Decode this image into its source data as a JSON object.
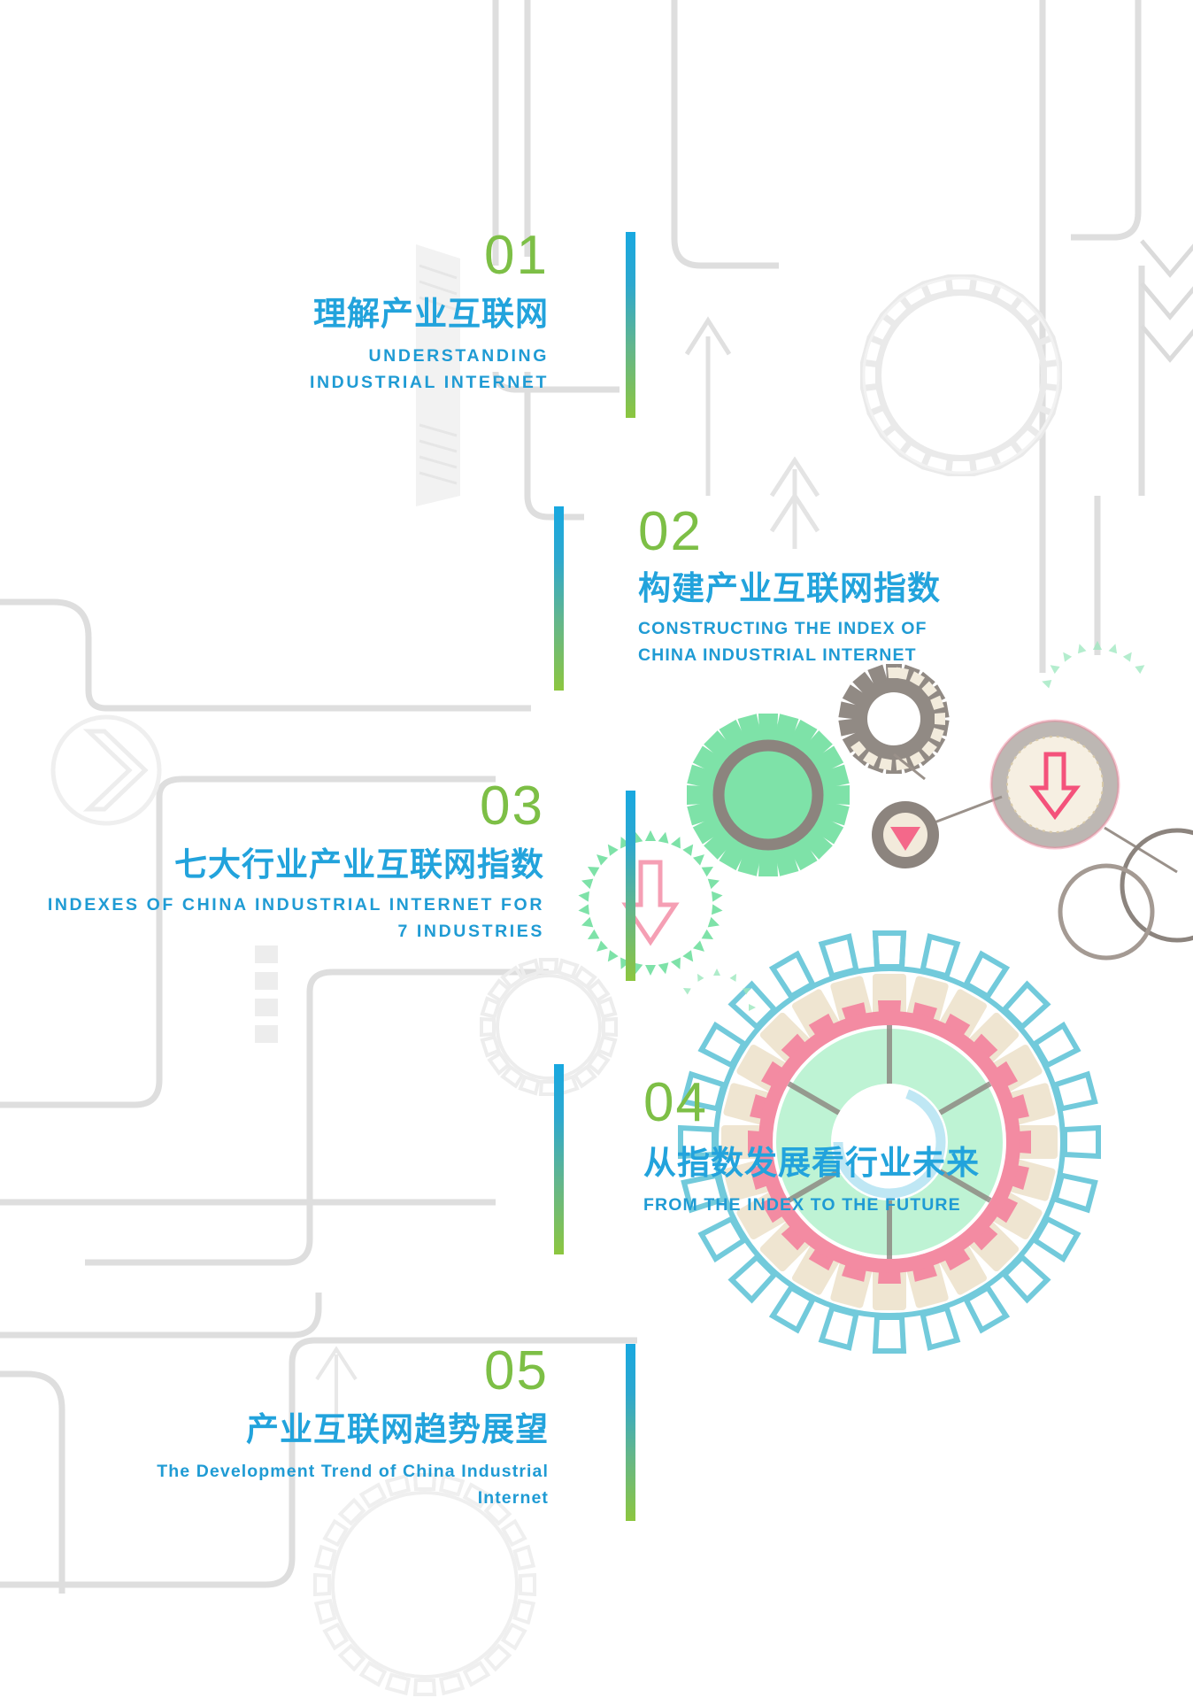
{
  "document": {
    "type": "table-of-contents",
    "page_background": "#ffffff"
  },
  "theme": {
    "number_color": "#7DBF46",
    "chinese_title_color": "#22A3DC",
    "english_subtitle_color": "#1F9BD4",
    "bar_gradient_top": "#18A8E0",
    "bar_gradient_bottom": "#8CC63F",
    "decor_gray": "#DCDCDC",
    "decor_green": "#79E0A6",
    "decor_pink": "#F4688A",
    "decor_beige": "#EFE6D3",
    "decor_cyan": "#63C5D8",
    "decor_taupe": "#8A8079"
  },
  "sections": [
    {
      "number": "01",
      "title_cn": "理解产业互联网",
      "subtitle_en_line1": "UNDERSTANDING",
      "subtitle_en_line2": "INDUSTRIAL INTERNET"
    },
    {
      "number": "02",
      "title_cn": "构建产业互联网指数",
      "subtitle_en_line1": "CONSTRUCTING THE INDEX OF",
      "subtitle_en_line2": "CHINA INDUSTRIAL INTERNET"
    },
    {
      "number": "03",
      "title_cn": "七大行业产业互联网指数",
      "subtitle_en_line1": "INDEXES OF CHINA INDUSTRIAL INTERNET FOR",
      "subtitle_en_line2": "7 INDUSTRIES"
    },
    {
      "number": "04",
      "title_cn": "从指数发展看行业未来",
      "subtitle_en_line1": "FROM THE INDEX TO THE FUTURE",
      "subtitle_en_line2": ""
    },
    {
      "number": "05",
      "title_cn": "产业互联网趋势展望",
      "subtitle_en_line1": "The Development Trend of China Industrial",
      "subtitle_en_line2": "Internet"
    }
  ],
  "decorations": {
    "gear_outline_top_right": "gear-icon",
    "gear_green_solid": "gear-icon",
    "gear_beige_partial": "gear-icon",
    "gear_large_multilayer": "gear-icon",
    "arrow_down_pink_circle": "arrow-down-icon",
    "arrow_down_pink_disc": "arrow-down-icon",
    "triangle_down_pink": "triangle-down-icon",
    "chevron_circle_left": "chevron-right-icon",
    "chevrons_down_stack": "chevron-down-icon",
    "arrow_up_line_1": "arrow-up-icon",
    "arrow_up_line_2": "arrow-up-icon",
    "arrow_up_line_3": "arrow-up-icon",
    "circuit_traces": "circuit-trace-decoration",
    "building_hatch": "building-icon"
  }
}
